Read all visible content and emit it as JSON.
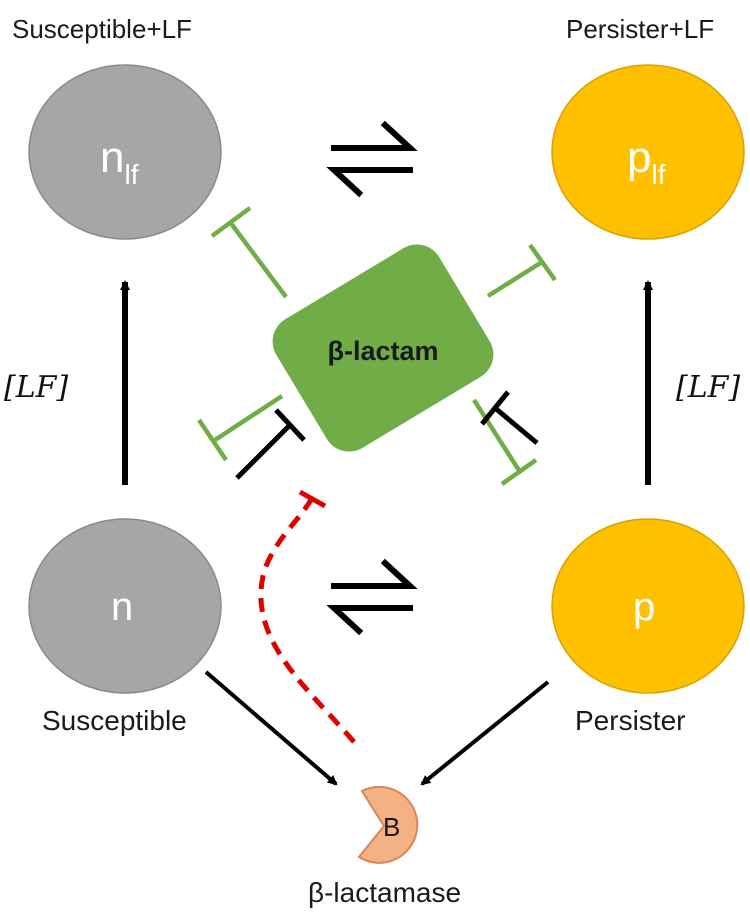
{
  "colors": {
    "susceptible": "#a6a6a6",
    "persister": "#ffc000",
    "beta_lactam": "#70ad47",
    "inhibition_green": "#70ad47",
    "inhibition_red": "#e00000",
    "beta_lactamase": "#f4b183",
    "arrow": "#000000"
  },
  "labels": {
    "susceptible_lf": "Susceptible+LF",
    "persister_lf": "Persister+LF",
    "susceptible": "Susceptible",
    "persister": "Persister",
    "beta_lactamase": "β-lactamase",
    "lf_left": "[LF]",
    "lf_right": "[LF]"
  },
  "nodes": {
    "n_lf": {
      "base": "n",
      "sub": "lf"
    },
    "p_lf": {
      "base": "p",
      "sub": "lf"
    },
    "n": {
      "text": "n"
    },
    "p": {
      "text": "p"
    },
    "beta_lactam": {
      "text": "β-lactam"
    },
    "beta_lactamase_enzyme": {
      "text": "B"
    }
  }
}
